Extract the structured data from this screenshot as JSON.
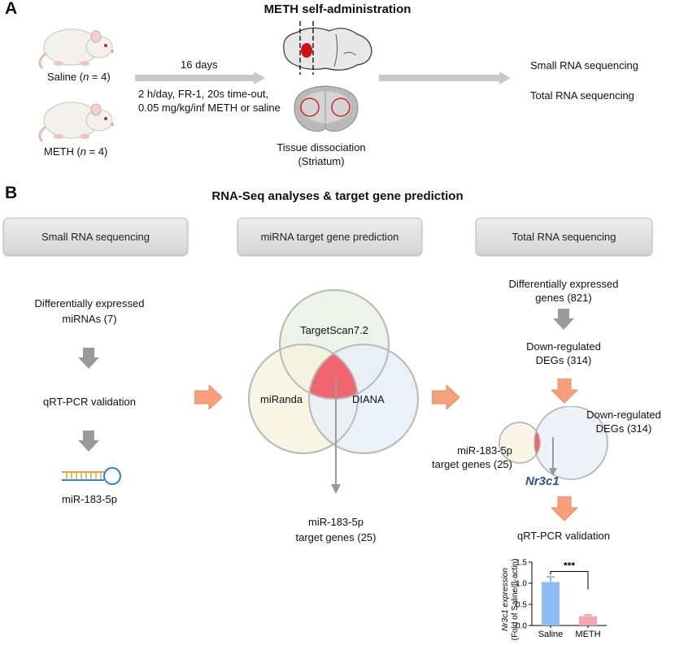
{
  "panel_a": {
    "letter": "A",
    "title": "METH self-administration",
    "saline_prefix": "Saline (",
    "saline_n": "n",
    "saline_suffix": " = 4)",
    "meth_prefix": "METH (",
    "meth_n": "n",
    "meth_suffix": " = 4)",
    "duration": "16 days",
    "protocol_line1": "2 h/day, FR-1, 20s time-out,",
    "protocol_line2": "0.05 mg/kg/inf METH or saline",
    "tissue_line1": "Tissue dissociation",
    "tissue_line2": "(Striatum)",
    "output1": "Small RNA sequencing",
    "output2": "Total RNA sequencing"
  },
  "panel_b": {
    "letter": "B",
    "title": "RNA-Seq analyses & target gene prediction",
    "box_left": "Small RNA sequencing",
    "box_middle": "miRNA target gene prediction",
    "box_right": "Total RNA sequencing",
    "left": {
      "de_line1": "Differentially expressed",
      "de_line2": "miRNAs (7)",
      "qpcr": "qRT-PCR validation",
      "mirna": "miR-183-5p"
    },
    "venn": {
      "top": "TargetScan7.2",
      "left": "miRanda",
      "right": "DIANA",
      "result_line1": "miR-183-5p",
      "result_line2": "target genes (25)"
    },
    "right": {
      "deg_line1": "Differentially expressed",
      "deg_line2": "genes (821)",
      "down_line1": "Down-regulated",
      "down_line2": "DEGs (314)",
      "venn_right_line1": "Down-regulated",
      "venn_right_line2": "DEGs (314)",
      "venn_left_line1": "miR-183-5p",
      "venn_left_line2": "target genes (25)",
      "gene": "Nr3c1",
      "qpcr": "qRT-PCR validation"
    }
  },
  "colors": {
    "arrow_gray": "#9a9a9a",
    "arrow_orange": "#f5a07a",
    "overlap_red": "#f0656f",
    "gene_blue": "#2a4f9b",
    "bar_saline": "#8fbdf2",
    "bar_meth": "#f6a7ad"
  },
  "chart_data": {
    "type": "bar",
    "categories": [
      "Saline",
      "METH"
    ],
    "values": [
      1.03,
      0.22
    ],
    "errors": [
      0.12,
      0.03
    ],
    "ylim": [
      0,
      1.5
    ],
    "yticks": [
      "0.0",
      "0.5",
      "1.0",
      "1.5"
    ],
    "ylabel_line1": "Nr3c1 expression",
    "ylabel_line2": "(Fold of Saline/β-actin)",
    "significance": "***"
  }
}
